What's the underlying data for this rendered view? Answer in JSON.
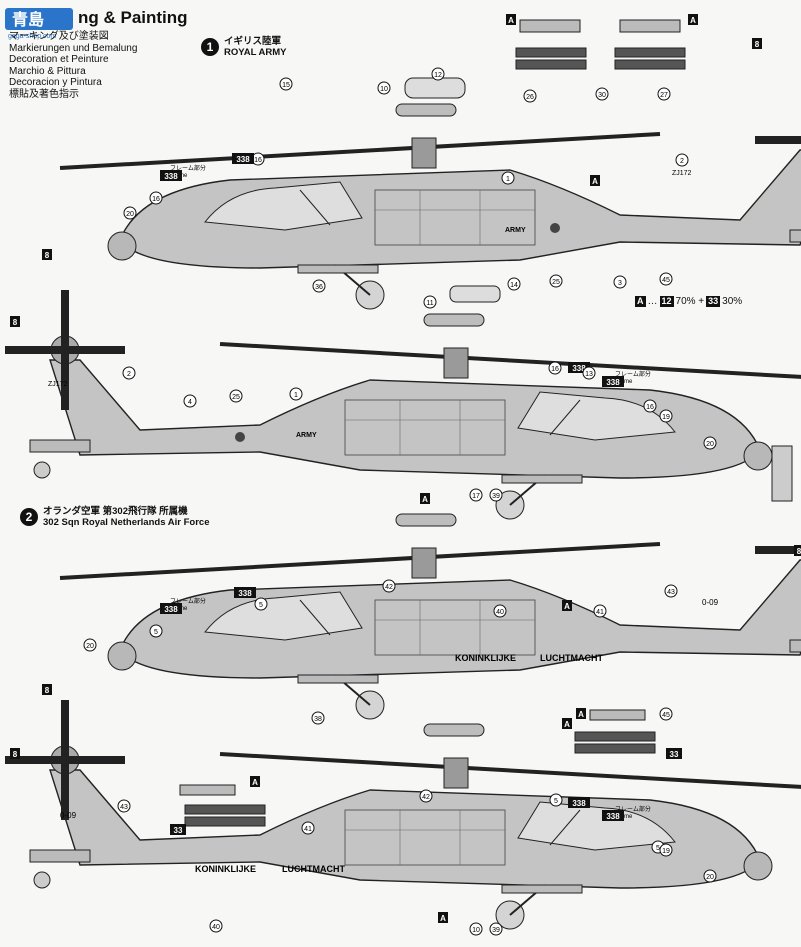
{
  "watermark": {
    "primary": "青島",
    "secondary": "gaga-shop.com"
  },
  "header": {
    "title": "ng & Painting",
    "languages": [
      "マーキング及び塗装図",
      "Markierungen und Bemalung",
      "Decoration et Peinture",
      "Marchio & Pittura",
      "Decoracion y Pintura",
      "標貼及著色指示"
    ]
  },
  "markings": [
    {
      "number": "1",
      "jp": "イギリス陸軍",
      "en": "ROYAL ARMY"
    },
    {
      "number": "2",
      "jp": "オランダ空軍 第302飛行隊 所属機",
      "en": "302 Sqn Royal Netherlands Air Force"
    }
  ],
  "legend": {
    "box": "A",
    "mix": "12",
    "mix_after": "70% +",
    "mix2": "33",
    "mix2_after": "30%"
  },
  "frame_label": {
    "jp": "フレーム部分",
    "en": "Frame"
  },
  "fuselage_text": {
    "army": "ARMY",
    "serial_1": "ZJ172",
    "serial_2": "0-09",
    "nl_1": "KONINKLIJKE",
    "nl_2": "LUCHTMACHT"
  },
  "callouts": {
    "h1": [
      "15",
      "10",
      "16",
      "338",
      "338",
      "20",
      "16",
      "36",
      "1",
      "A",
      "25",
      "3",
      "2",
      "45",
      "8",
      "8",
      "12",
      "A",
      "A",
      "26",
      "30",
      "27"
    ],
    "h2": [
      "11",
      "14",
      "8",
      "2",
      "4",
      "25",
      "1",
      "16",
      "338",
      "338",
      "13",
      "16",
      "19",
      "20",
      "A",
      "17",
      "39"
    ],
    "h3": [
      "42",
      "5",
      "338",
      "338",
      "5",
      "20",
      "40",
      "A",
      "41",
      "43",
      "8",
      "8",
      "A",
      "45",
      "38",
      "A",
      "33"
    ],
    "h4": [
      "8",
      "43",
      "41",
      "42",
      "5",
      "338",
      "338",
      "5",
      "19",
      "20",
      "40",
      "A",
      "10",
      "39",
      "A",
      "33"
    ]
  }
}
